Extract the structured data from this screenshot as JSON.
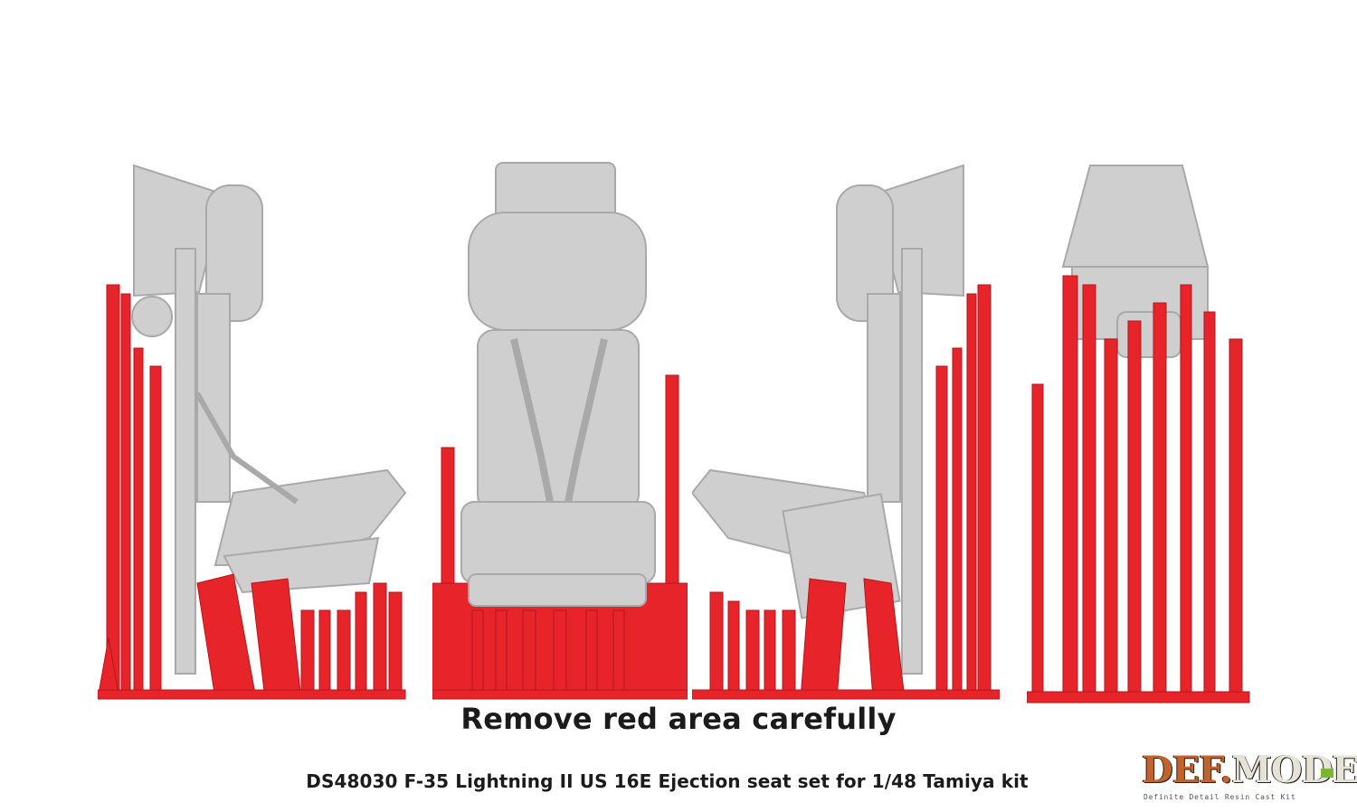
{
  "caption_primary": "Remove red area carefully",
  "caption_secondary": "DS48030 F-35 Lightning II US 16E Ejection seat set for 1/48 Tamiya kit",
  "logo": {
    "word_part1": "DEF.",
    "word_part2": "MODEL",
    "tagline": "Definite Detail Resin Cast Kit"
  },
  "colors": {
    "support_red": "#e8242b",
    "seat_gray": "#cfcfcf",
    "seat_shadow": "#a9a9a9",
    "logo_orange": "#c4622c",
    "logo_green": "#79b72e"
  }
}
